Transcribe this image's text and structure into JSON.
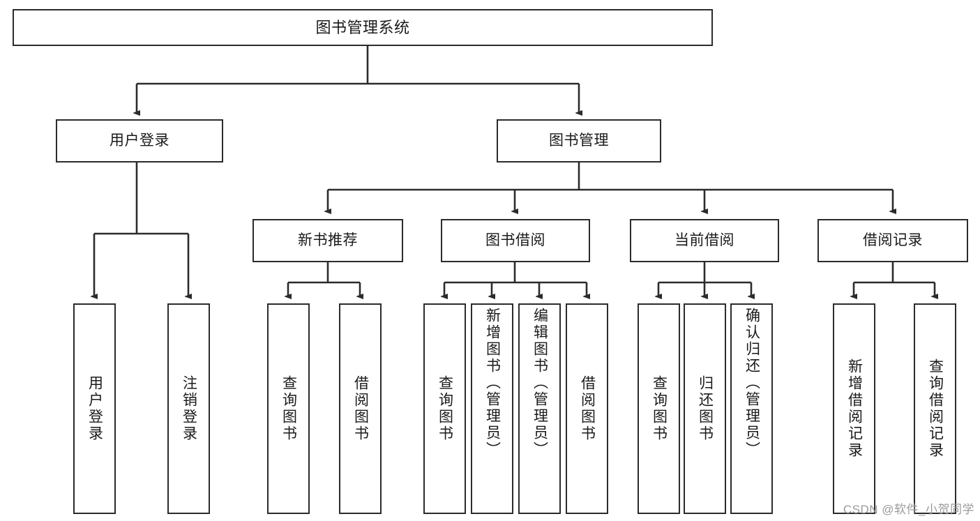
{
  "diagram": {
    "title": "图书管理系统",
    "type": "tree-hierarchy",
    "colors": {
      "box_border": "#2b2b2b",
      "box_fill": "#ffffff",
      "edge": "#2b2b2b",
      "text": "#1a1a1a",
      "watermark": "#9a9a9a",
      "canvas": "#ffffff"
    }
  },
  "nodes": {
    "root": {
      "label": "图书管理系统"
    },
    "level2": [
      {
        "id": "user-login",
        "label": "用户登录"
      },
      {
        "id": "book-management",
        "label": "图书管理"
      }
    ],
    "level3": [
      {
        "id": "new-book-recommend",
        "label": "新书推荐"
      },
      {
        "id": "book-borrow",
        "label": "图书借阅"
      },
      {
        "id": "current-borrow",
        "label": "当前借阅"
      },
      {
        "id": "borrow-record",
        "label": "借阅记录"
      }
    ],
    "leaves": {
      "user_login": [
        {
          "id": "leaf-user-login",
          "label": "用户登录"
        },
        {
          "id": "leaf-logout-login",
          "label": "注销登录"
        }
      ],
      "new_book_recommend": [
        {
          "id": "leaf-query-book-1",
          "label": "查询图书"
        },
        {
          "id": "leaf-borrow-book-1",
          "label": "借阅图书"
        }
      ],
      "book_borrow": [
        {
          "id": "leaf-query-book-2",
          "label": "查询图书"
        },
        {
          "id": "leaf-add-book",
          "label": "新增图书（管理员）"
        },
        {
          "id": "leaf-edit-book",
          "label": "编辑图书（管理员）"
        },
        {
          "id": "leaf-borrow-book-2",
          "label": "借阅图书"
        }
      ],
      "current_borrow": [
        {
          "id": "leaf-query-book-3",
          "label": "查询图书"
        },
        {
          "id": "leaf-return-book",
          "label": "归还图书"
        },
        {
          "id": "leaf-confirm-return",
          "label": "确认归还（管理员）"
        }
      ],
      "borrow_record": [
        {
          "id": "leaf-add-record",
          "label": "新增借阅记录"
        },
        {
          "id": "leaf-query-record",
          "label": "查询借阅记录"
        }
      ]
    }
  },
  "watermark": {
    "text": "CSDN @软件_小贺同学"
  }
}
